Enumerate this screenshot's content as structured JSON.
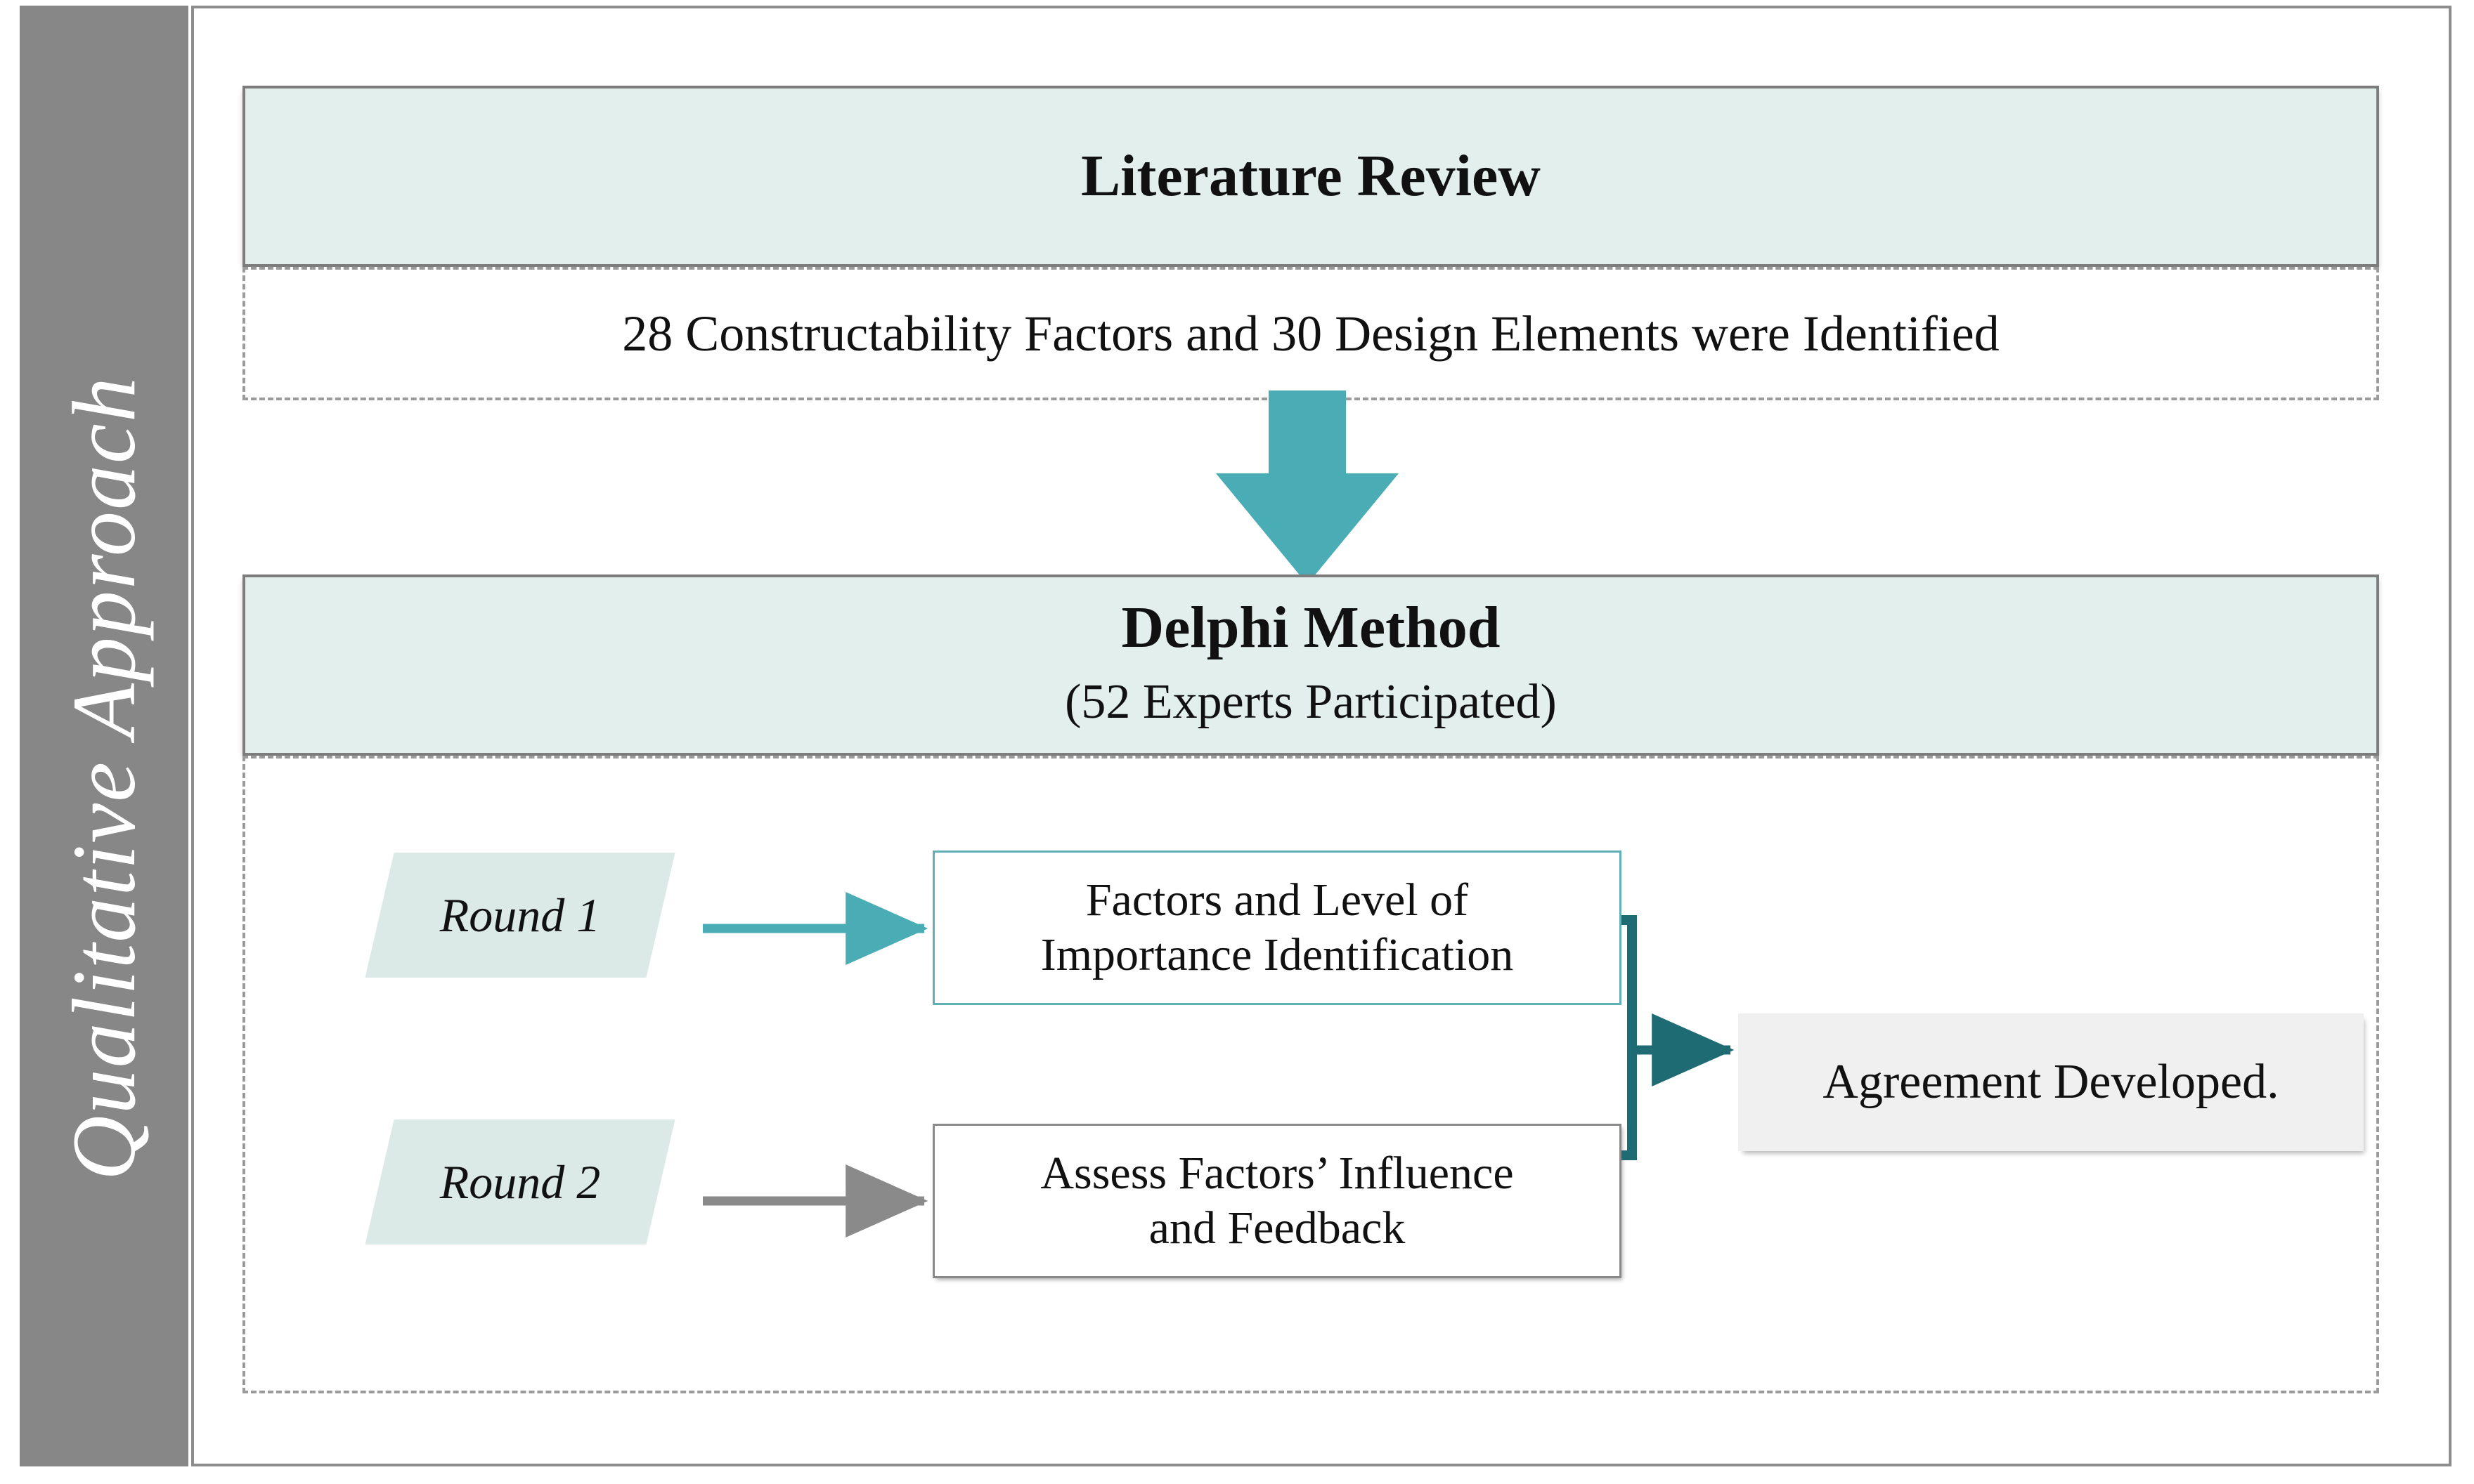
{
  "sidebar": {
    "label": "Qualitative Approach",
    "background_color": "#878787",
    "text_color": "#ffffff"
  },
  "theme": {
    "banner_fill": "#e2efed",
    "banner_border": "#7d7d7d",
    "accent_teal": "#4aacb5",
    "connector_teal": "#1f6b73",
    "parallelogram_fill": "#dceae7",
    "result_fill": "#f0f0f0",
    "gray_arrow": "#8a8a8a",
    "frame_border": "#8d8d8d",
    "dashed_border": "#9b9b9b"
  },
  "stage_one": {
    "banner_title": "Literature Review",
    "panel_text": "28 Constructability Factors and 30 Design Elements were Identified"
  },
  "connector_arrow": {
    "icon": "down-arrow-icon",
    "color": "#4aacb5"
  },
  "stage_two": {
    "banner_title": "Delphi Method",
    "banner_subtitle": "(52 Experts Participated)",
    "rounds": [
      {
        "label": "Round 1",
        "arrow_color": "#4aacb5",
        "box_text_line1": "Factors and Level of",
        "box_text_line2": "Importance Identification",
        "box_border_color": "#5fb0b6"
      },
      {
        "label": "Round 2",
        "arrow_color": "#8a8a8a",
        "box_text_line1": "Assess Factors’ Influence",
        "box_text_line2": "and Feedback",
        "box_border_color": "#8a8a8a"
      }
    ],
    "result": {
      "text": "Agreement Developed.",
      "fill": "#f0f0f0"
    }
  }
}
